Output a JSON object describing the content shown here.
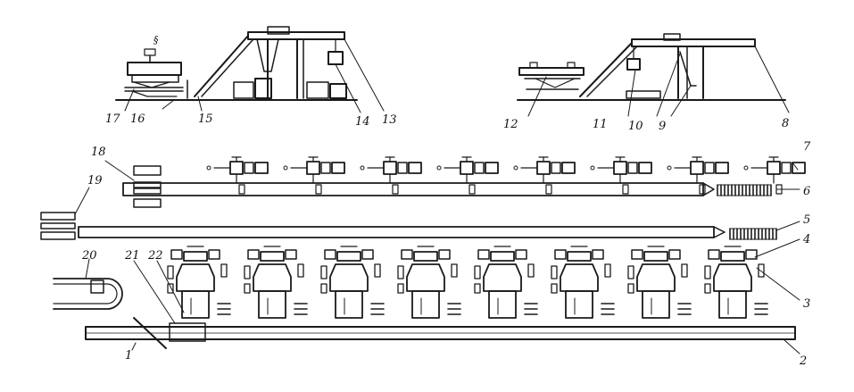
{
  "figure": {
    "callouts": [
      "1",
      "2",
      "3",
      "4",
      "5",
      "6",
      "7",
      "8",
      "9",
      "10",
      "11",
      "12",
      "13",
      "14",
      "15",
      "16",
      "17",
      "18",
      "19",
      "20",
      "21",
      "22"
    ],
    "line_color": "#1a1a1a",
    "background": "#ffffff"
  },
  "upper_row_unit_count": 8,
  "lower_row_unit_count": 8
}
